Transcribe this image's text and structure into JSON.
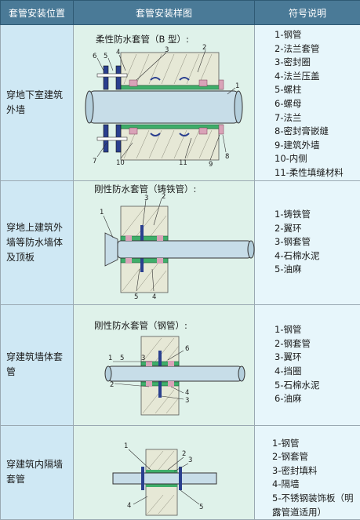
{
  "header": {
    "col1": "套管安装位置",
    "col2": "套管安装样图",
    "col3": "符号说明"
  },
  "rows": [
    {
      "location": "穿地下室建筑外墙",
      "figure_title": "柔性防水套管（B 型）:",
      "legend": [
        "1-钢管",
        "2-法兰套管",
        "3-密封圈",
        "4-法兰压盖",
        "5-螺柱",
        "6-螺母",
        "7-法兰",
        "8-密封膏嵌缝",
        "9-建筑外墙",
        "10-内侧",
        "11-柔性填缝材料"
      ],
      "callouts": [
        "6",
        "5",
        "4",
        "3",
        "2",
        "1",
        "7",
        "10",
        "11",
        "9",
        "8"
      ]
    },
    {
      "location": "穿地上建筑外墙等防水墙体及顶板",
      "figure_title": "刚性防水套管（铸铁管）:",
      "legend": [
        "1-铸铁管",
        "2-翼环",
        "3-钢套管",
        "4-石棉水泥",
        "5-油麻"
      ],
      "callouts": [
        "3",
        "2",
        "1",
        "5",
        "4"
      ]
    },
    {
      "location": "穿建筑墙体套管",
      "figure_title": "刚性防水套管（钢管）:",
      "legend": [
        "1-钢管",
        "2-钢套管",
        "3-翼环",
        "4-挡圈",
        "5-石棉水泥",
        "6-油麻"
      ],
      "callouts": [
        "1",
        "5",
        "3",
        "6",
        "2",
        "4",
        "3"
      ]
    },
    {
      "location": "穿建筑内隔墙套管",
      "figure_title": "",
      "legend": [
        "1-钢管",
        "2-钢套管",
        "3-密封填料",
        "4-隔墙",
        "5-不锈钢装饰板（明",
        "露管道适用）"
      ],
      "callouts": [
        "1",
        "2",
        "3",
        "4",
        "5"
      ]
    }
  ],
  "colors": {
    "header_bg": "#4a7a97",
    "location_bg": "#cfe8f4",
    "figure_bg": "#dff2ea",
    "legend_bg": "#e7f6fb",
    "pipe": "#c7dde8",
    "wall": "#e6e8d6",
    "seal_pink": "#d9a3b8",
    "flange_blue": "#2a3f8f",
    "filler_green": "#3fae6a"
  }
}
